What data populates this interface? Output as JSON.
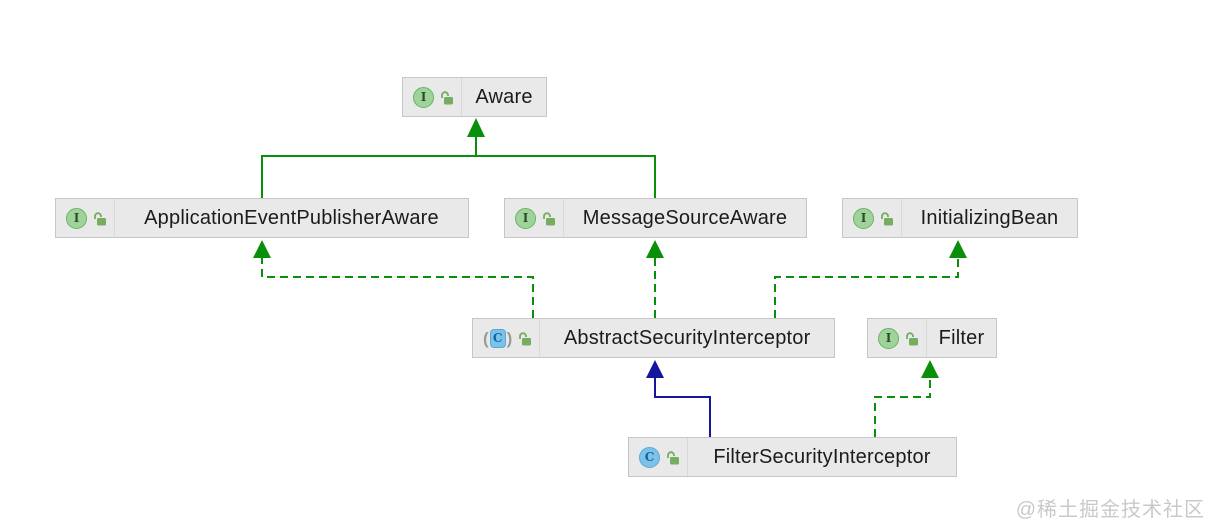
{
  "diagram": {
    "type": "uml-class-diagram",
    "nodes": {
      "aware": {
        "label": "Aware",
        "kind": "interface",
        "visibility": "public"
      },
      "application_event_publisher_aware": {
        "label": "ApplicationEventPublisherAware",
        "kind": "interface",
        "visibility": "public"
      },
      "message_source_aware": {
        "label": "MessageSourceAware",
        "kind": "interface",
        "visibility": "public"
      },
      "initializing_bean": {
        "label": "InitializingBean",
        "kind": "interface",
        "visibility": "public"
      },
      "abstract_security_interceptor": {
        "label": "AbstractSecurityInterceptor",
        "kind": "abstract-class",
        "visibility": "public"
      },
      "filter": {
        "label": "Filter",
        "kind": "interface",
        "visibility": "public"
      },
      "filter_security_interceptor": {
        "label": "FilterSecurityInterceptor",
        "kind": "class",
        "visibility": "public"
      }
    },
    "edges": [
      {
        "from": "ApplicationEventPublisherAware",
        "to": "Aware",
        "relation": "extends",
        "style": "solid-green"
      },
      {
        "from": "MessageSourceAware",
        "to": "Aware",
        "relation": "extends",
        "style": "solid-green"
      },
      {
        "from": "AbstractSecurityInterceptor",
        "to": "ApplicationEventPublisherAware",
        "relation": "implements",
        "style": "dashed-green"
      },
      {
        "from": "AbstractSecurityInterceptor",
        "to": "MessageSourceAware",
        "relation": "implements",
        "style": "dashed-green"
      },
      {
        "from": "AbstractSecurityInterceptor",
        "to": "InitializingBean",
        "relation": "implements",
        "style": "dashed-green"
      },
      {
        "from": "FilterSecurityInterceptor",
        "to": "AbstractSecurityInterceptor",
        "relation": "extends",
        "style": "solid-blue"
      },
      {
        "from": "FilterSecurityInterceptor",
        "to": "Filter",
        "relation": "implements",
        "style": "dashed-green"
      }
    ]
  },
  "icons": {
    "interface_letter": "I",
    "class_letter": "C",
    "abstract_paren_open": "(",
    "abstract_paren_close": ")",
    "lock": "open-lock"
  },
  "colors": {
    "interface_edge_green": "#0a8f0a",
    "class_edge_blue": "#15159e",
    "node_fill": "#e9e9e9",
    "node_border": "#c6c6c6",
    "interface_icon_fill": "#9ed49a",
    "interface_icon_border": "#6cb266",
    "class_icon_fill": "#7cc3ea",
    "lock_icon_green": "#76ad5f",
    "label_text": "#1b1b1b",
    "watermark_gray": "#c9c9c9"
  },
  "watermark": {
    "text": "@稀土掘金技术社区"
  }
}
